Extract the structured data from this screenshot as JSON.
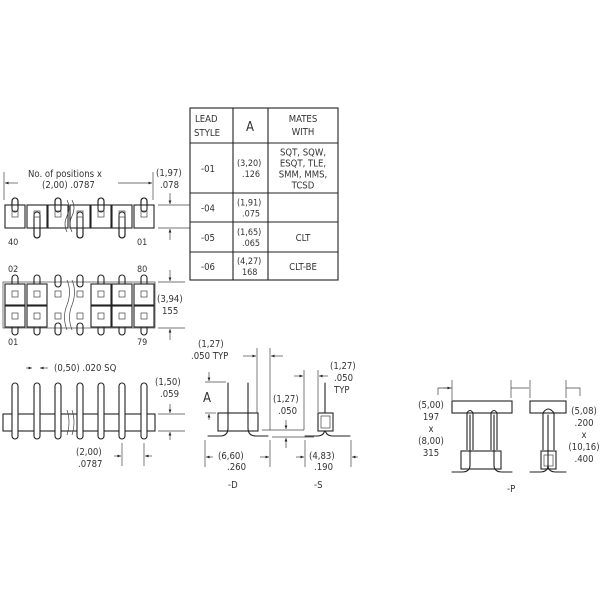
{
  "table": {
    "headers": [
      [
        "LEAD",
        "STYLE"
      ],
      [
        "A"
      ],
      [
        "MATES",
        "WITH"
      ]
    ],
    "rows": [
      {
        "style": "-01",
        "a_mm": "(3,20)",
        "a_in": ".126",
        "mates": [
          "SQT, SQW,",
          "ESQT, TLE,",
          "SMM, MMS,",
          "TCSD"
        ]
      },
      {
        "style": "-04",
        "a_mm": "(1,91)",
        "a_in": ".075",
        "mates": []
      },
      {
        "style": "-05",
        "a_mm": "(1,65)",
        "a_in": ".065",
        "mates": [
          "CLT"
        ]
      },
      {
        "style": "-06",
        "a_mm": "(4,27)",
        "a_in": "168",
        "mates": [
          "CLT-BE"
        ]
      }
    ]
  },
  "top_view": {
    "positions_line1": "No. of positions x",
    "positions_line2": "(2,00) .0787",
    "height_mm": "(1,97)",
    "height_in": ".078",
    "label_left": "40",
    "label_right": "01"
  },
  "dual_view": {
    "label_tl": "02",
    "label_tr": "80",
    "label_bl": "01",
    "label_br": "79",
    "height_mm": "(3,94)",
    "height_in": "155"
  },
  "side_view": {
    "pin_size": "(0,50) .020 SQ",
    "height_mm": "(1,50)",
    "height_in": ".059",
    "pitch_mm": "(2,00)",
    "pitch_in": ".0787"
  },
  "d_view": {
    "typ_mm": "(1,27)",
    "typ_in": ".050 TYP",
    "a_label": "A",
    "gap_mm": "(1,27)",
    "gap_in": ".050",
    "width_mm": "(6,60)",
    "width_in": ".260",
    "caption": "-D"
  },
  "s_view": {
    "typ_mm": "(1,27)",
    "typ_in": ".050",
    "typ": "TYP",
    "width_mm": "(4,83)",
    "width_in": ".190",
    "caption": "-S"
  },
  "p_view": {
    "left": [
      "(5,00)",
      "197",
      "x",
      "(8,00)",
      "315"
    ],
    "right": [
      "(5,08)",
      ".200",
      "x",
      "(10,16)",
      ".400"
    ],
    "caption": "-P"
  }
}
